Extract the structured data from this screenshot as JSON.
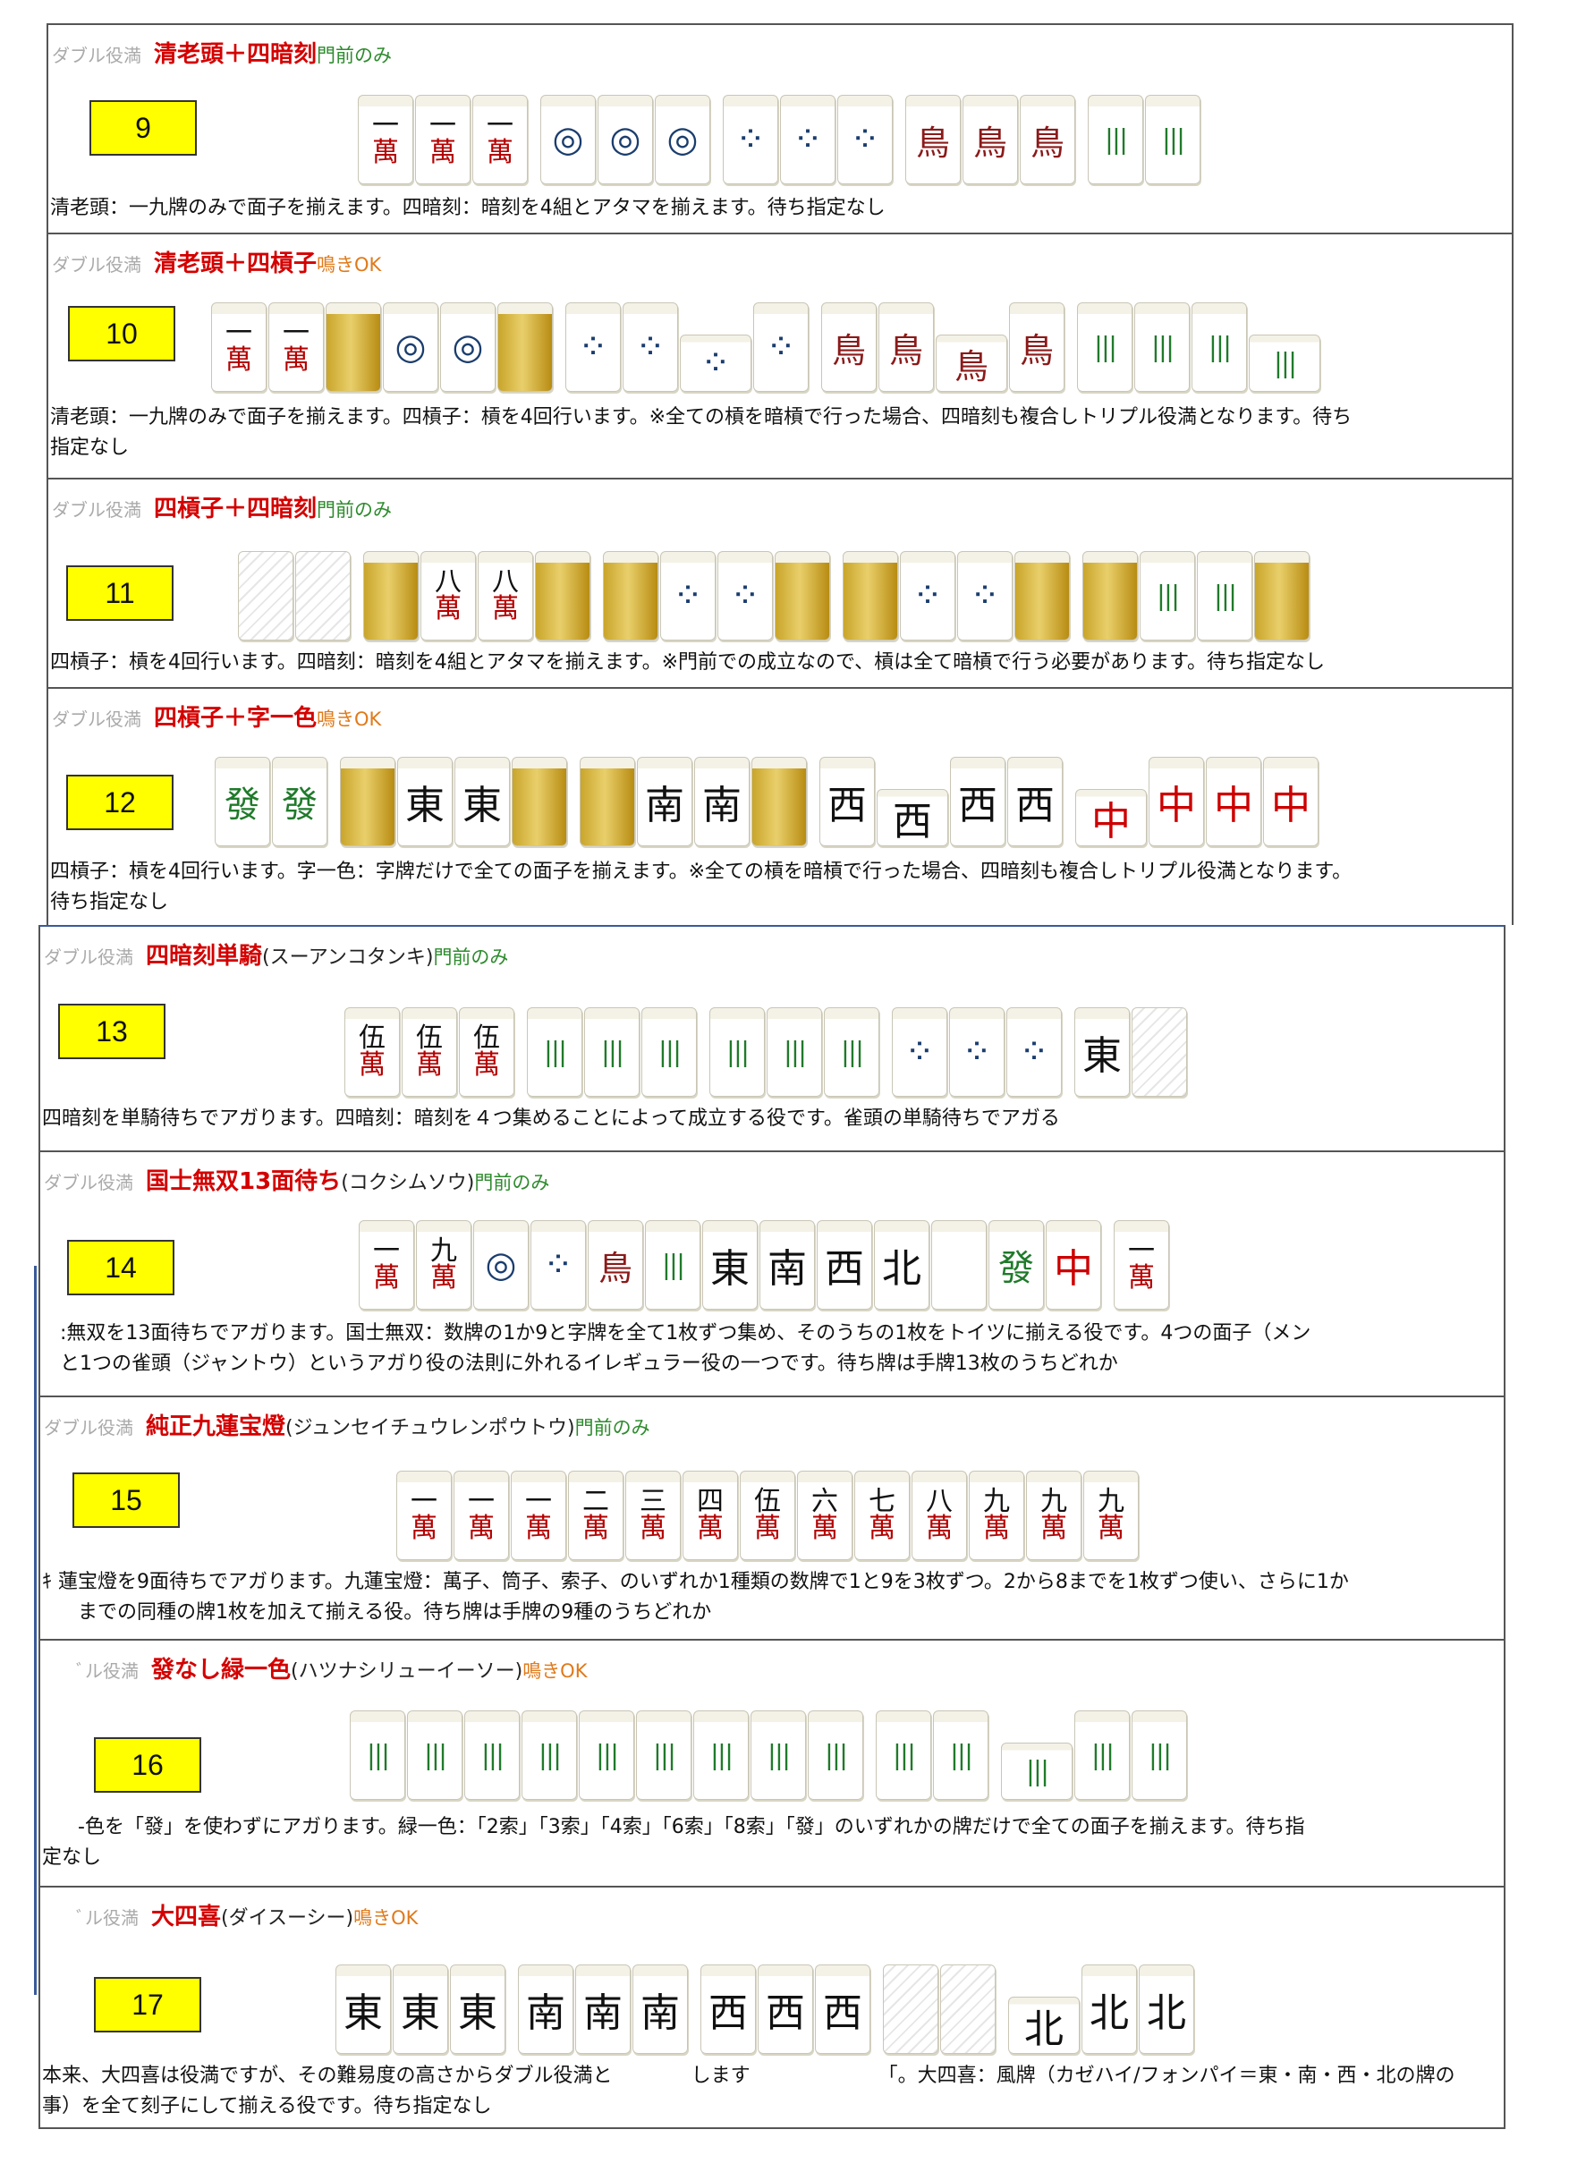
{
  "sections": [
    {
      "id": "9",
      "category": "ダブル役満",
      "name": "清老頭＋四暗刻",
      "reading": "",
      "requirement": "門前のみ",
      "description": [
        "清老頭：一九牌のみで面子を揃えます。四暗刻：暗刻を4組とアタマを揃えます。待ち指定なし"
      ]
    },
    {
      "id": "10",
      "category": "ダブル役満",
      "name": "清老頭＋四槓子",
      "reading": "",
      "requirement": "鳴きOK",
      "description": [
        "清老頭：一九牌のみで面子を揃えます。四槓子：槓を4回行います。※全ての槓を暗槓で行った場合、四暗刻も複合しトリプル役満となります。待ち",
        "指定なし"
      ]
    },
    {
      "id": "11",
      "category": "ダブル役満",
      "name": "四槓子＋四暗刻",
      "reading": "",
      "requirement": "門前のみ",
      "description": [
        "四槓子：槓を4回行います。四暗刻：暗刻を4組とアタマを揃えます。※門前での成立なので、槓は全て暗槓で行う必要があります。待ち指定なし"
      ]
    },
    {
      "id": "12",
      "category": "ダブル役満",
      "name": "四槓子＋字一色",
      "reading": "",
      "requirement": "鳴きOK",
      "description": [
        "四槓子：槓を4回行います。字一色：字牌だけで全ての面子を揃えます。※全ての槓を暗槓で行った場合、四暗刻も複合しトリプル役満となります。",
        "待ち指定なし"
      ]
    },
    {
      "id": "13",
      "category": "ダブル役満",
      "name": "四暗刻単騎",
      "reading": "(スーアンコタンキ)",
      "requirement": "門前のみ",
      "description": [
        "四暗刻を単騎待ちでアガります。四暗刻：暗刻を４つ集めることによって成立する役です。雀頭の単騎待ちでアガる"
      ]
    },
    {
      "id": "14",
      "category": "ダブル役満",
      "name": "国士無双13面待ち",
      "reading": "(コクシムソウ)",
      "requirement": "門前のみ",
      "description": [
        ":無双を13面待ちでアガります。国士無双：数牌の1か9と字牌を全て1枚ずつ集め、そのうちの1枚をトイツに揃える役です。4つの面子（メン",
        "と1つの雀頭（ジャントウ）というアガり役の法則に外れるイレギュラー役の一つです。待ち牌は手牌13枚のうちどれか"
      ]
    },
    {
      "id": "15",
      "category": "ダブル役満",
      "name": "純正九蓮宝燈",
      "reading": "(ジュンセイチュウレンポウトウ)",
      "requirement": "門前のみ",
      "description": [
        "ｷ 蓮宝燈を9面待ちでアガります。九蓮宝燈：萬子、筒子、索子、のいずれか1種類の数牌で1と9を3枚ずつ。2から8までを1枚ずつ使い、さらに1か",
        "までの同種の牌1枚を加えて揃える役。待ち牌は手牌の9種のうちどれか"
      ]
    },
    {
      "id": "16",
      "category": "ﾞル役満",
      "name": "發なし緑一色",
      "reading": "(ハツナシリューイーソー)",
      "requirement": "鳴きOK",
      "description": [
        "-色を「發」を使わずにアガります。緑一色：「2索」「3索」「4索」「6索」「8索」「發」のいずれかの牌だけで全ての面子を揃えます。待ち指",
        "定なし"
      ]
    },
    {
      "id": "17",
      "category": "ﾞル役満",
      "name": "大四喜",
      "reading": "(ダイスーシー)",
      "requirement": "鳴きOK",
      "description": [
        "本来、大四喜は役満ですが、その難易度の高さからダブル役満と　　　　します　　　　　　　「。大四喜：風牌（カゼハイ/フォンパイ＝東・南・西・北の牌の",
        "事）を全て刻子にして揃える役です。待ち指定なし"
      ]
    }
  ],
  "tile_glyphs": {
    "man": "萬",
    "east": "東",
    "south": "南",
    "west": "西",
    "north": "北",
    "chun": "中",
    "hatsu": "發",
    "m1": "一",
    "m2": "二",
    "m3": "三",
    "m4": "四",
    "m5": "伍",
    "m6": "六",
    "m7": "七",
    "m8": "八",
    "m9": "九",
    "pin": "◎",
    "pin_many": "⁘",
    "sou": "|||",
    "bird": "鳥"
  }
}
